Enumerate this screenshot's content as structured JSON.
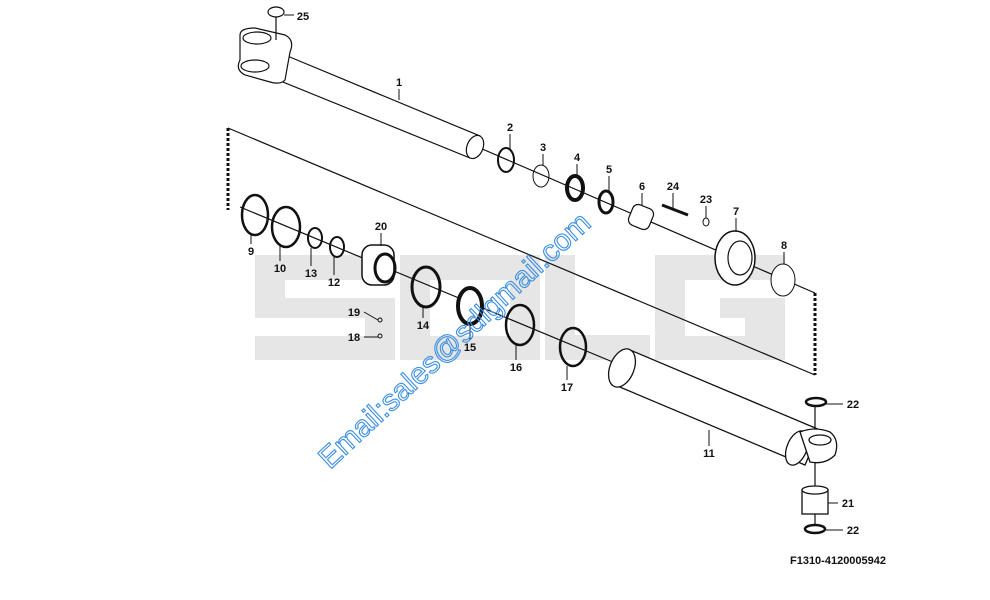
{
  "watermark": {
    "logo_text": "SDLG",
    "email": "Email:sales@sdlgmail.com",
    "email_color": "#3b8fe0"
  },
  "figure_id": "F1310-4120005942",
  "callouts": [
    "1",
    "2",
    "3",
    "4",
    "5",
    "6",
    "7",
    "8",
    "9",
    "10",
    "11",
    "12",
    "13",
    "14",
    "15",
    "16",
    "17",
    "18",
    "19",
    "20",
    "21",
    "22",
    "22",
    "23",
    "24",
    "25"
  ]
}
